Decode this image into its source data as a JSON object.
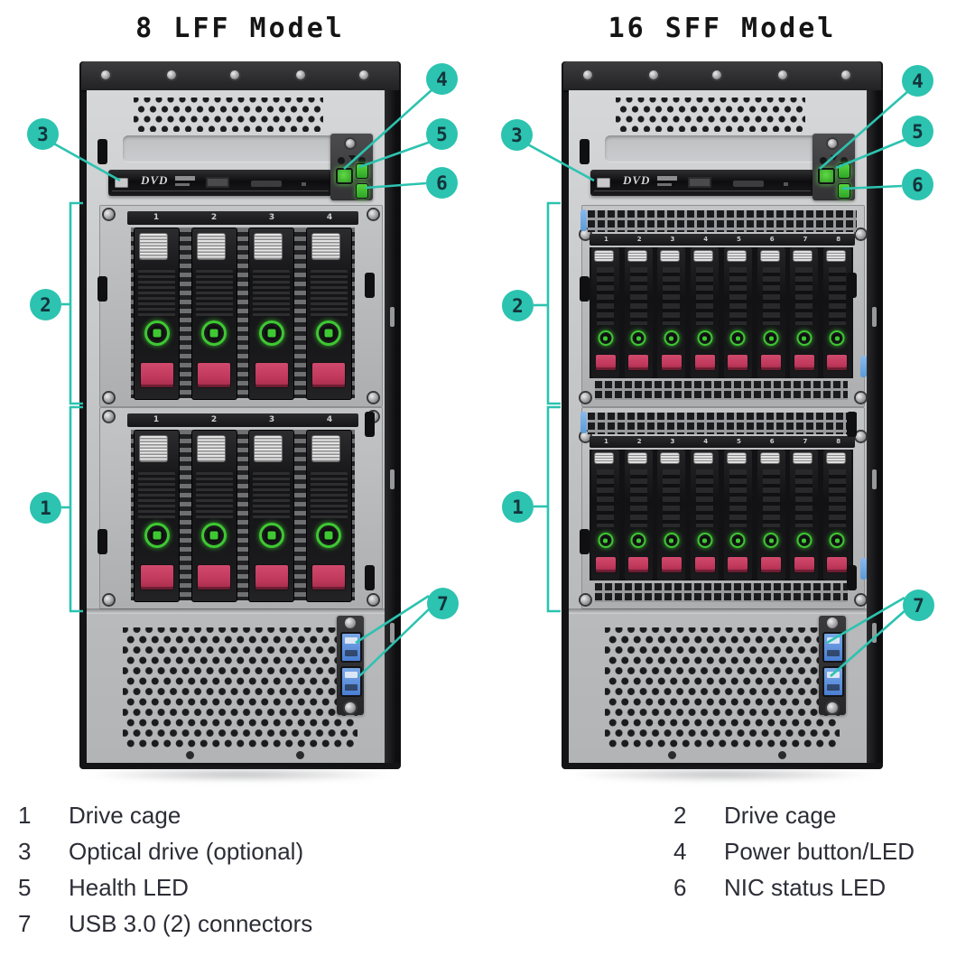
{
  "colors": {
    "callout_teal": "#2cc3b0",
    "led_green": "#3ec832",
    "release_red": "#c23a5d",
    "usb_blue": "#4a7fd4",
    "clip_blue": "#5a9bd8"
  },
  "towers": [
    {
      "title": "8 LFF Model",
      "drive_type": "LFF",
      "optical_logo": "DVD",
      "cages": [
        {
          "name": "Drive cage",
          "callout": "2",
          "bays": [
            "1",
            "2",
            "3",
            "4"
          ]
        },
        {
          "name": "Drive cage",
          "callout": "1",
          "bays": [
            "1",
            "2",
            "3",
            "4"
          ]
        }
      ]
    },
    {
      "title": "16 SFF Model",
      "drive_type": "SFF",
      "optical_logo": "DVD",
      "cages": [
        {
          "name": "Drive cage",
          "callout": "2",
          "bays": [
            "1",
            "2",
            "3",
            "4",
            "5",
            "6",
            "7",
            "8"
          ]
        },
        {
          "name": "Drive cage",
          "callout": "1",
          "bays": [
            "1",
            "2",
            "3",
            "4",
            "5",
            "6",
            "7",
            "8"
          ]
        }
      ]
    }
  ],
  "callouts": {
    "c1": "1",
    "c2": "2",
    "c3": "3",
    "c4": "4",
    "c5": "5",
    "c6": "6",
    "c7": "7"
  },
  "legend": {
    "left": [
      {
        "num": "1",
        "label": "Drive cage"
      },
      {
        "num": "3",
        "label": "Optical drive (optional)"
      },
      {
        "num": "5",
        "label": "Health LED"
      },
      {
        "num": "7",
        "label": "USB 3.0 (2) connectors"
      }
    ],
    "right": [
      {
        "num": "2",
        "label": "Drive cage"
      },
      {
        "num": "4",
        "label": "Power button/LED"
      },
      {
        "num": "6",
        "label": "NIC status LED"
      }
    ]
  }
}
